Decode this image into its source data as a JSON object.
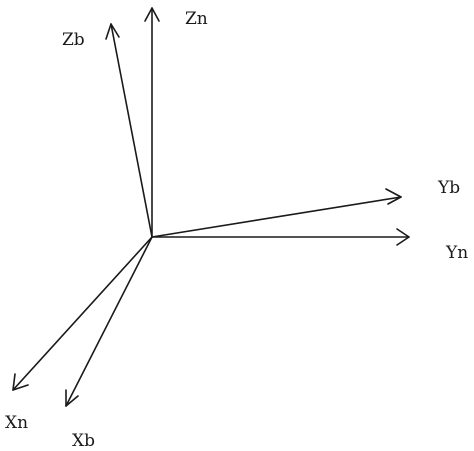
{
  "diagram": {
    "labels": {
      "zn": "Zn",
      "zb": "Zb",
      "yb": "Yb",
      "yn": "Yn",
      "xn": "Xn",
      "xb": "Xb"
    },
    "colors": {
      "stroke": "#1a1a1a",
      "background": "#ffffff"
    }
  }
}
